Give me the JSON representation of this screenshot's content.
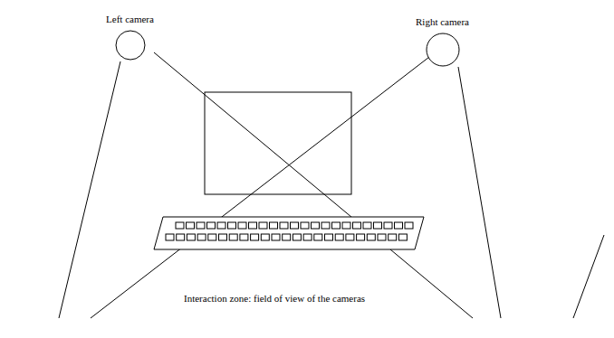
{
  "diagram": {
    "nodes": [
      {
        "text": [
          "Left camera"
        ]
      },
      {
        "text": [
          "Right camera"
        ]
      }
    ],
    "labels": [
      "Interaction zone: field of view of the cameras"
    ]
  }
}
